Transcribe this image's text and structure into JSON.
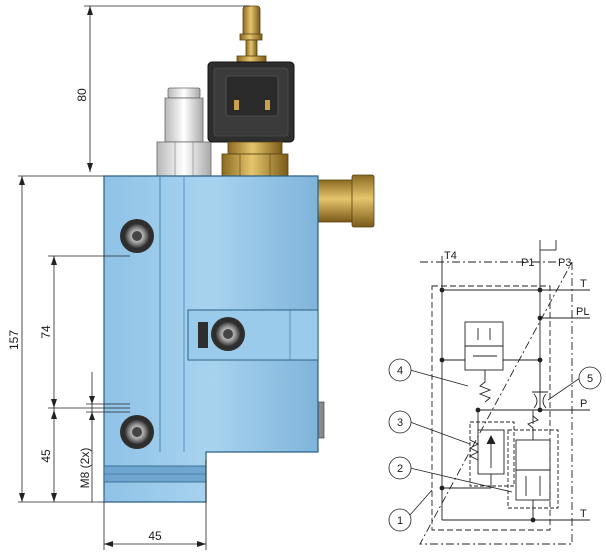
{
  "dimensions": {
    "top_height": "80",
    "total_height": "157",
    "mid_spacing": "74",
    "bottom_spacing": "45",
    "bottom_width": "45",
    "bolt_spec": "M8 (2x)"
  },
  "schematic": {
    "ports": {
      "t4": "T4",
      "p1": "P1",
      "p3": "P3",
      "t_top": "T",
      "pl": "PL",
      "p": "P",
      "t_bottom": "T"
    },
    "callouts": [
      "1",
      "2",
      "3",
      "4",
      "5"
    ]
  },
  "colors": {
    "body_blue": "#9ccbea",
    "body_blue_dark": "#5f9fcc",
    "brass": "#c9a24a",
    "solenoid": "#2e2e2e",
    "line": "#222222"
  }
}
